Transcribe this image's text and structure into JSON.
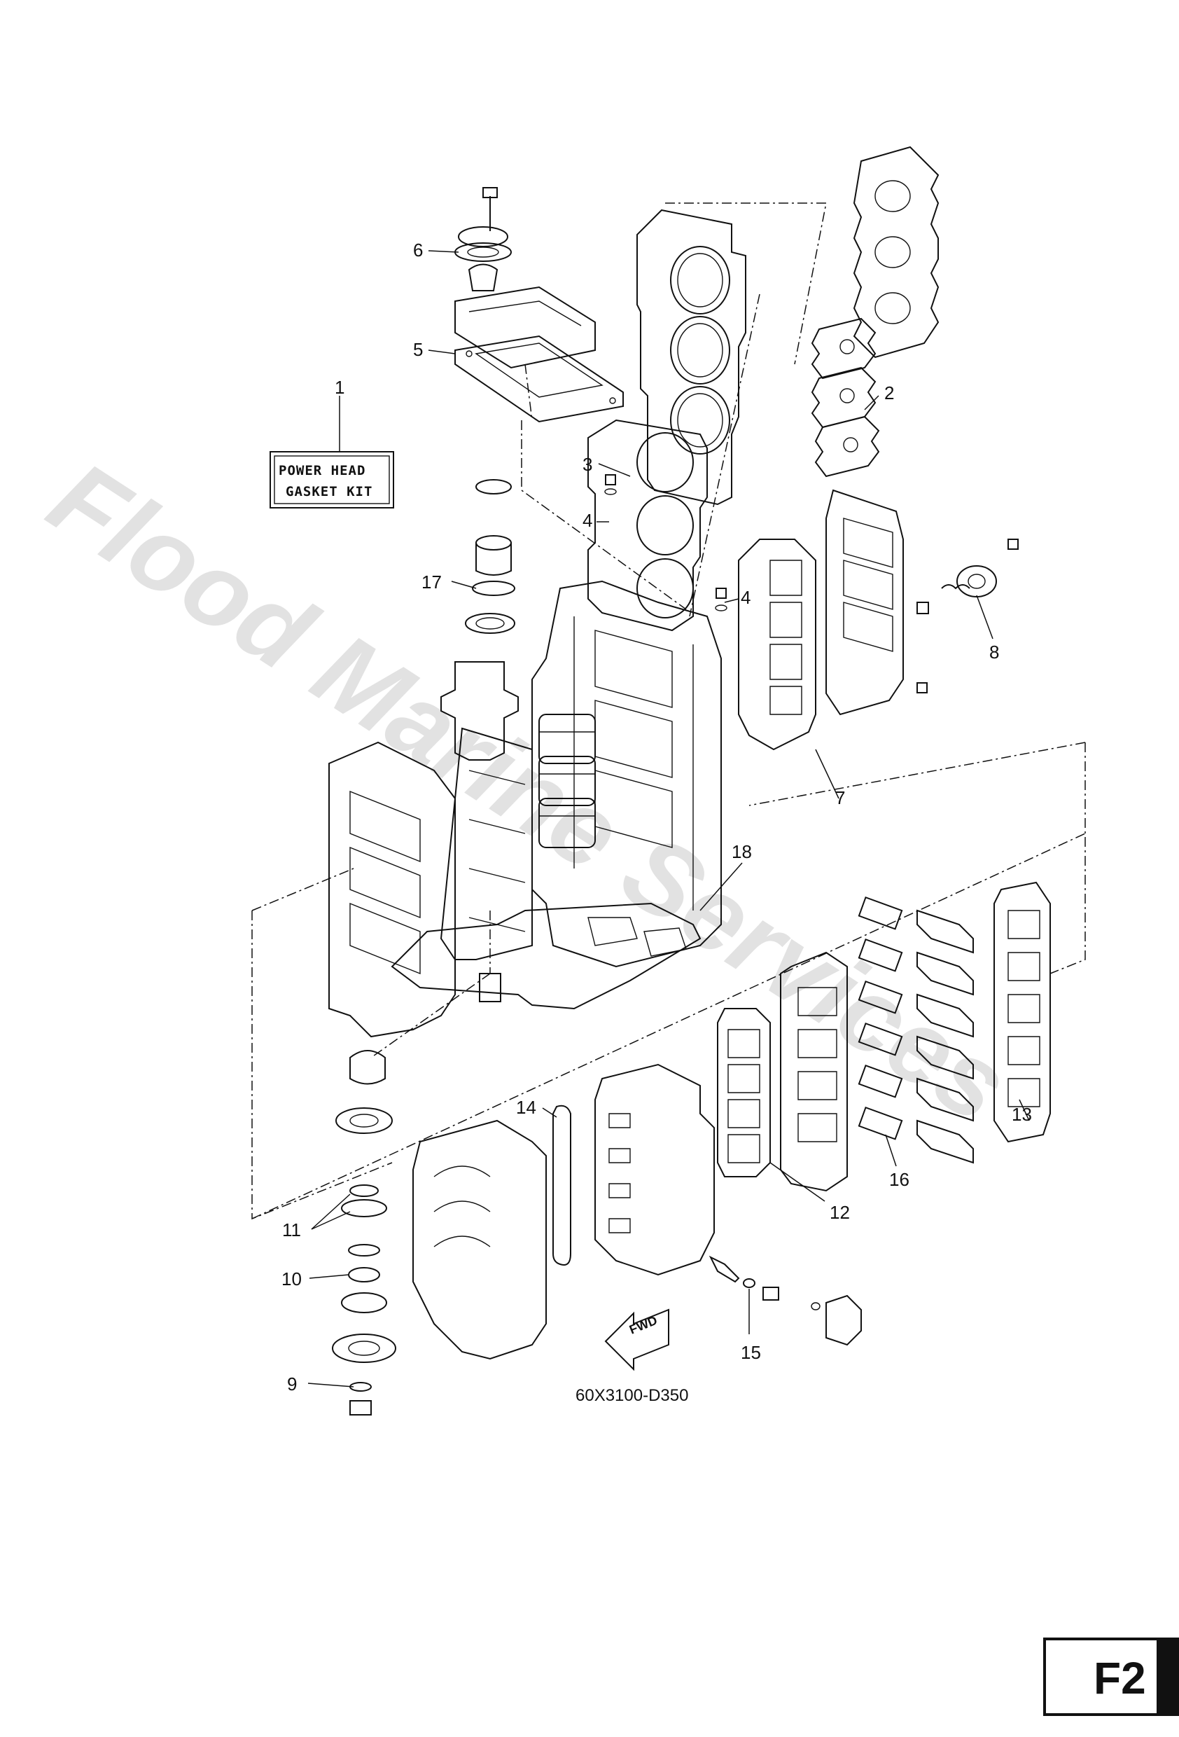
{
  "watermark": "Flood Marine Services",
  "kit_label": {
    "line1": "POWER HEAD",
    "line2": "GASKET KIT"
  },
  "fwd_label": "FWD",
  "diagram_code": "60X3100-D350",
  "page_tag": "F2",
  "callouts": {
    "c1": "1",
    "c2": "2",
    "c3": "3",
    "c4a": "4",
    "c4b": "4",
    "c5": "5",
    "c6": "6",
    "c7": "7",
    "c8": "8",
    "c9": "9",
    "c10": "10",
    "c11": "11",
    "c12": "12",
    "c13": "13",
    "c14": "14",
    "c15": "15",
    "c16": "16",
    "c17": "17",
    "c18": "18"
  }
}
